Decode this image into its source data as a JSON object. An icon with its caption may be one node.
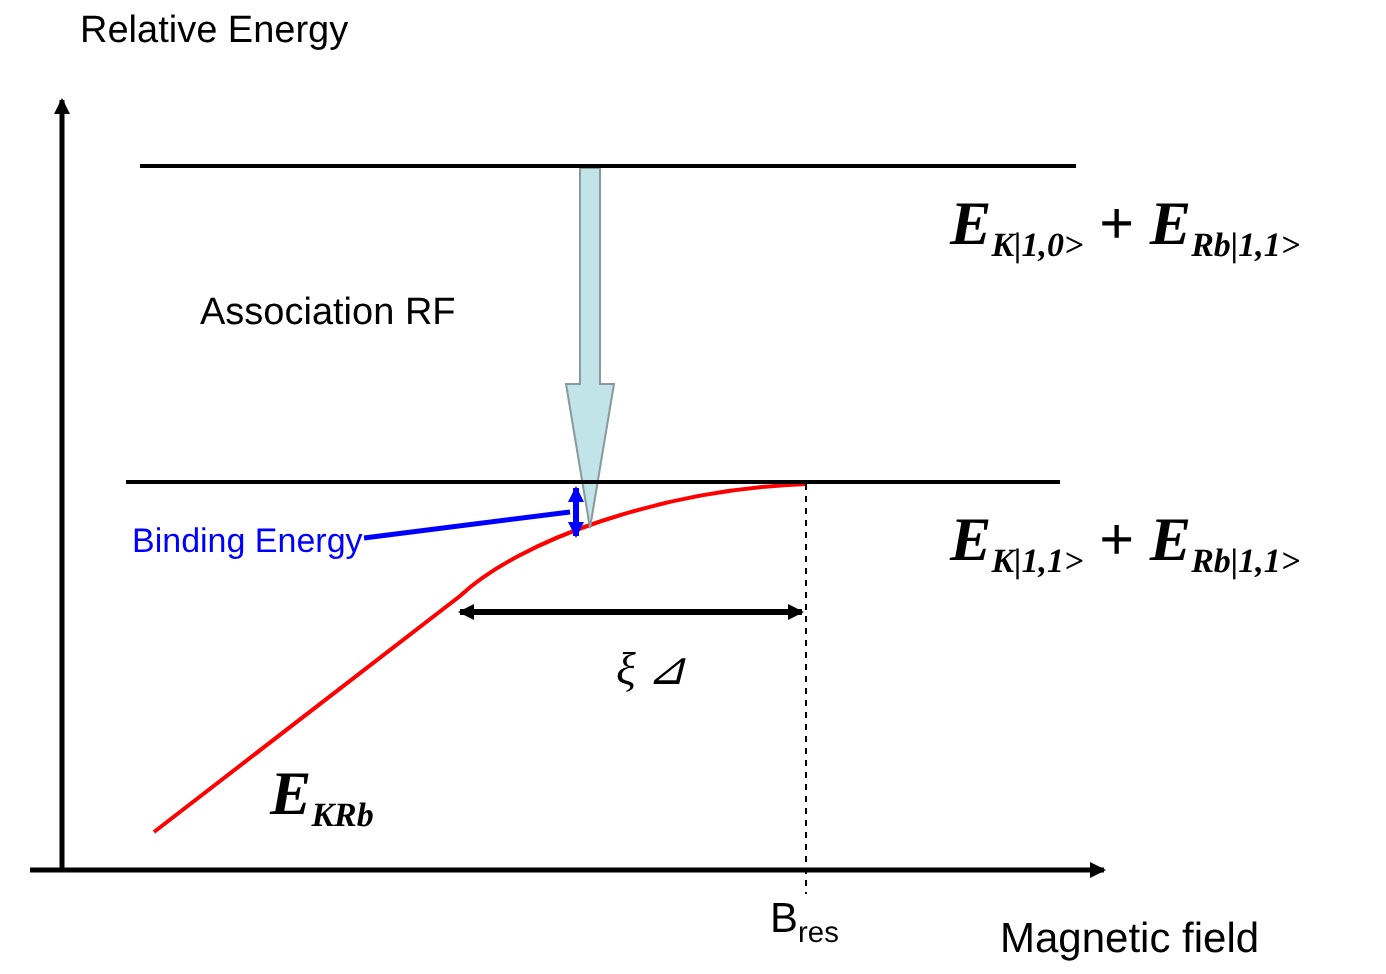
{
  "diagram": {
    "nodes": [
      {
        "text": [],
        "shape": "bar",
        "beside": [
          "*E*$_{K|1,0>}$ + *E*$_{Rb|1,1>}$"
        ]
      },
      {
        "text": [],
        "shape": "bar",
        "beside": [
          "*E*$_{K|1,1>}$ + *E*$_{Rb|1,1>}$"
        ]
      },
      {
        "text": [
          "Binding Energy"
        ]
      }
    ],
    "edges": [
      {
        "from": 0,
        "to": 1,
        "arrow": "to",
        "style": "thick",
        "color": "#c0e4e8"
      },
      {
        "from": 2,
        "to": null,
        "arrow": "none",
        "color": "#0000ff"
      }
    ],
    "labels": [
      "Relative Energy",
      "Association RF",
      "ξ ⊿",
      "E$_{KRb}$",
      "B$_{res}$",
      "Magnetic field"
    ]
  }
}
